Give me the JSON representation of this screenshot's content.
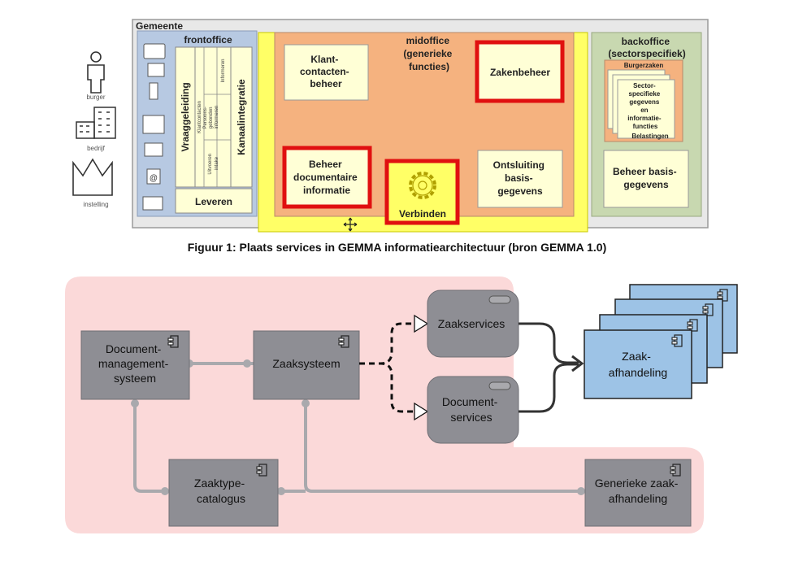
{
  "top_diagram": {
    "gemeente": "Gemeente",
    "actors": [
      "burger",
      "bedrijf",
      "instelling"
    ],
    "frontoffice": {
      "title": "frontoffice",
      "vraaggeleiding": "Vraaggeleiding",
      "klantcontacten": "Klantcontacten",
      "persoons": [
        "Persoons-",
        "gebonden",
        "informeren"
      ],
      "informeren": "Informeren",
      "uitvoeren": [
        "Uitvoeren",
        "intake"
      ],
      "kanaalintegratie": "Kanaalintegratie",
      "leveren": "Leveren"
    },
    "midoffice": {
      "title": [
        "midoffice",
        "(generieke",
        "functies)"
      ],
      "klant": [
        "Klant-",
        "contacten-",
        "beheer"
      ],
      "zakenbeheer": "Zakenbeheer",
      "beheer_doc": [
        "Beheer",
        "documentaire",
        "informatie"
      ],
      "verbinden": "Verbinden",
      "ontsluiting": [
        "Ontsluiting",
        "basis-",
        "gegevens"
      ]
    },
    "backoffice": {
      "title": [
        "backoffice",
        "(sectorspecifiek)"
      ],
      "burgerzaken": "Burgerzaken",
      "belastingen": "Belastingen",
      "sector": [
        "Sector-",
        "specifieke",
        "gegevens",
        "en",
        "informatie-",
        "functies"
      ],
      "beheer_basis": [
        "Beheer basis-",
        "gegevens"
      ]
    }
  },
  "caption": "Figuur 1: Plaats services in GEMMA informatiearchitectuur (bron GEMMA 1.0)",
  "bottom_diagram": {
    "dms": [
      "Document-",
      "management-",
      "systeem"
    ],
    "zaaksysteem": "Zaaksysteem",
    "zaakservices": "Zaakservices",
    "documentservices": [
      "Document-",
      "services"
    ],
    "zaakafhandeling": [
      "Zaak-",
      "afhandeling"
    ],
    "zaaktype": [
      "Zaaktype-",
      "catalogus"
    ],
    "generieke": [
      "Generieke zaak-",
      "afhandeling"
    ]
  },
  "colors": {
    "pink_bg": "#fbd9d9",
    "grey_box": "#8e8e94",
    "blue_box": "#9dc3e6",
    "red": "#e01010",
    "yellow": "#ffff66",
    "orange": "#f5b27f"
  }
}
